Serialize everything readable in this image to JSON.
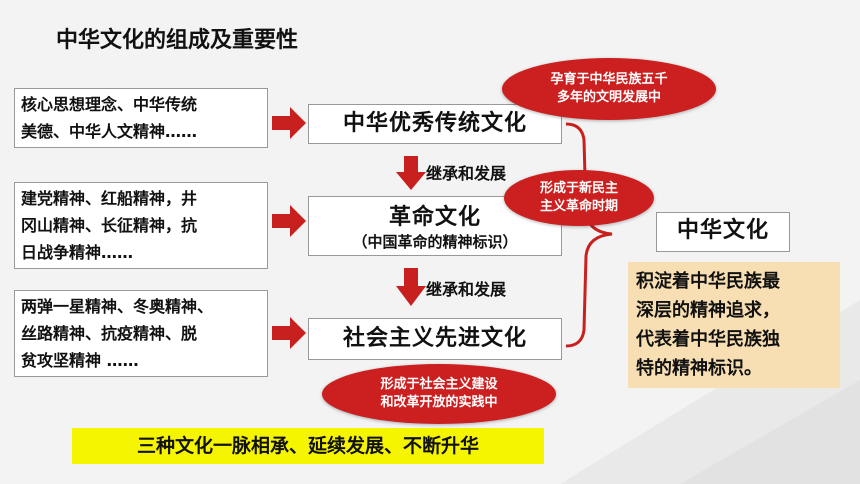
{
  "title": "中华文化的组成及重要性",
  "sources": [
    {
      "line1": "核心思想理念、中华传统",
      "line2": "美德、中华人文精神……"
    },
    {
      "line1": "建党精神、红船精神，井",
      "line2": "冈山精神、长征精神，抗",
      "line3": "日战争精神……"
    },
    {
      "line1": "两弹一星精神、冬奥精神、",
      "line2": "丝路精神、抗疫精神、脱",
      "line3": "贫攻坚精神 ……"
    }
  ],
  "cultures": [
    {
      "name": "中华优秀传统文化"
    },
    {
      "name": "革命文化",
      "sub": "（中国革命的精神标识）"
    },
    {
      "name": "社会主义先进文化"
    }
  ],
  "ovals": [
    {
      "line1": "孕育于中华民族五千",
      "line2": "多年的文明发展中"
    },
    {
      "line1": "形成于新民主",
      "line2": "主义革命时期"
    },
    {
      "line1": "形成于社会主义建设",
      "line2": "和改革开放的实践中"
    }
  ],
  "inherit_label": "继承和发展",
  "summary": {
    "name": "中华文化",
    "desc_lines": [
      "积淀着中华民族最",
      "深层的精神追求，",
      "代表着中华民族独",
      "特的精神标识。"
    ]
  },
  "banner": "三种文化一脉相承、延续发展、不断升华",
  "colors": {
    "arrow": "#c8201f",
    "oval": "#cc1f1f",
    "desc_bg": "#f8dfb3",
    "banner_bg": "#f6f500"
  }
}
